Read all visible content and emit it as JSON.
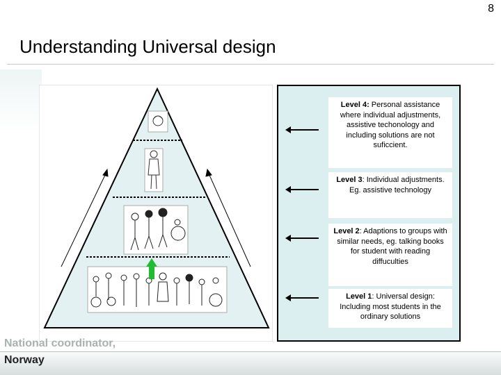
{
  "slide": {
    "page_number": "8",
    "title": "Understanding Universal design"
  },
  "levels": [
    {
      "label": "Level 4:",
      "text": " Personal assistance where individual adjustments, assistive techonology and including solutions are not suficcient."
    },
    {
      "label": "Level 3",
      "text": ": Individual adjustments. Eg. assistive technology"
    },
    {
      "label": "Level 2",
      "text": ": Adaptions to groups with similar needs, eg. talking books for student with reading diffuculties"
    },
    {
      "label": "Level 1",
      "text": ": Universal design: Including most students in the ordinary solutions"
    }
  ],
  "footer": {
    "line1": "National coordinator,",
    "line2": "Norway"
  },
  "colors": {
    "panel_bg": "#dbeef0",
    "pyramid_fill": "#e3f1f3",
    "upward_arrow": "#22bb33"
  }
}
